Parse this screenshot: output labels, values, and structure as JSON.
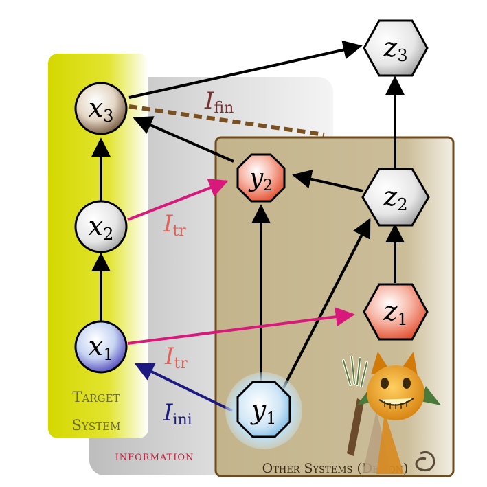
{
  "regions": {
    "target_system": {
      "line1": "Target",
      "line2": "System"
    },
    "information": "information",
    "other_systems": "Other Systems (Demon)"
  },
  "nodes": {
    "x1": {
      "var": "x",
      "sub": "1"
    },
    "x2": {
      "var": "x",
      "sub": "2"
    },
    "x3": {
      "var": "x",
      "sub": "3"
    },
    "y1": {
      "var": "y",
      "sub": "1"
    },
    "y2": {
      "var": "y",
      "sub": "2"
    },
    "z1": {
      "var": "z",
      "sub": "1"
    },
    "z2": {
      "var": "z",
      "sub": "2"
    },
    "z3": {
      "var": "z",
      "sub": "3"
    }
  },
  "edge_labels": {
    "fin": {
      "main": "I",
      "sub": "fin"
    },
    "tr_top": {
      "main": "I",
      "sub": "tr"
    },
    "tr_bottom": {
      "main": "I",
      "sub": "tr"
    },
    "ini": {
      "main": "I",
      "sub": "ini"
    }
  },
  "colors": {
    "target_yellow": "#d8dc00",
    "info_gray": "#c8c8c8",
    "demon_box_fill": "#c7b891",
    "demon_box_border": "#6e4a1c",
    "x_node_blue": "#3a2bb0",
    "x3_node_brown": "#5a3a20",
    "y_node_red": "#e04a30",
    "y1_node_blue": "#6ab0e0",
    "z_node_red": "#e04a30",
    "info_arrow_magenta": "#d8187a",
    "ini_arrow_navy": "#1c1a80",
    "fin_dashed_brown": "#7a5020",
    "label_tr_color": "#e0605a",
    "label_fin_color": "#7a3030",
    "label_ini_color": "#1c1a80",
    "info_text_red": "#c0203a"
  }
}
